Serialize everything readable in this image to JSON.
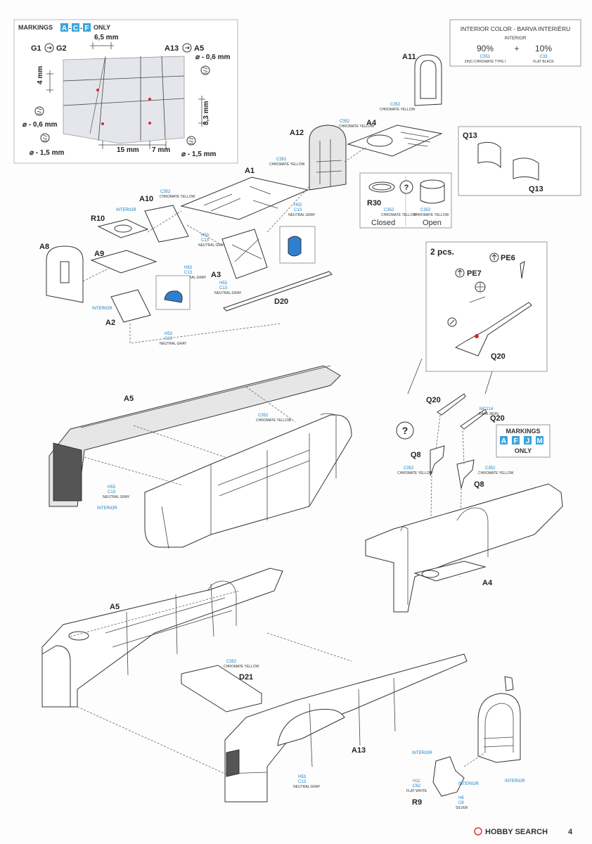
{
  "markings_top": {
    "prefix": "MARKINGS",
    "letters": [
      "A",
      "C",
      "F"
    ],
    "suffix": "ONLY"
  },
  "markings_mid": {
    "title": "MARKINGS",
    "letters": [
      "A",
      "F",
      "J",
      "M"
    ],
    "suffix": "ONLY"
  },
  "interior_legend": {
    "title": "INTERIOR COLOR - BARVA INTERIÉRU",
    "subtitle": "INTERIOR",
    "pct1": "90%",
    "plus": "+",
    "pct2": "10%",
    "code1": "C351",
    "name1": "ZINC-CHROMATE TYPE I",
    "code2": "C33",
    "name2": "FLAT BLACK"
  },
  "inset_dims": {
    "g1": "G1",
    "g2": "G2",
    "a13": "A13",
    "a5": "A5",
    "d65": "6,5 mm",
    "d06a": "⌀ - 0,6 mm",
    "d4": "4 mm",
    "d06b": "⌀ - 0,6 mm",
    "d83": "8,3 mm",
    "d15a": "⌀ - 1,5 mm",
    "d15mm": "15 mm",
    "d7": "7 mm",
    "d15b": "⌀ - 1,5 mm"
  },
  "parts": {
    "a11": "A11",
    "a4": "A4",
    "a12": "A12",
    "q13a": "Q13",
    "q13b": "Q13",
    "r30": "R30",
    "closed": "Closed",
    "open": "Open",
    "a1": "A1",
    "a10": "A10",
    "r10": "R10",
    "a8": "A8",
    "a9": "A9",
    "a3": "A3",
    "a2": "A2",
    "d20": "D20",
    "twopcs": "2 pcs.",
    "pe6": "PE6",
    "pe7": "PE7",
    "q20": "Q20",
    "a5a": "A5",
    "q20a": "Q20",
    "q20b": "Q20",
    "q8a": "Q8",
    "q8b": "Q8",
    "a4b": "A4",
    "a5b": "A5",
    "d21": "D21",
    "a13": "A13",
    "r9": "R9"
  },
  "colors": {
    "c352": "C352",
    "chromate_yellow": "CHROMATE YELLOW",
    "h53": "H53",
    "c13": "C13",
    "neutral_gray": "NEUTRAL GRAY",
    "interior": "INTERIOR",
    "mc214": "MC214",
    "dark_iron": "DARK IRON",
    "h11": "H11",
    "c62": "C62",
    "flat_white": "FLAT WHITE",
    "h8": "H8",
    "c8": "C8",
    "silver": "SILVER"
  },
  "brand": {
    "logo": "HOBBY SEARCH",
    "page": "4"
  },
  "palette": {
    "accent_blue": "#1a7fc4",
    "badge_blue": "#3aa5dd",
    "red_dot": "#d9262c",
    "blue_fill": "#2f7fd0"
  }
}
